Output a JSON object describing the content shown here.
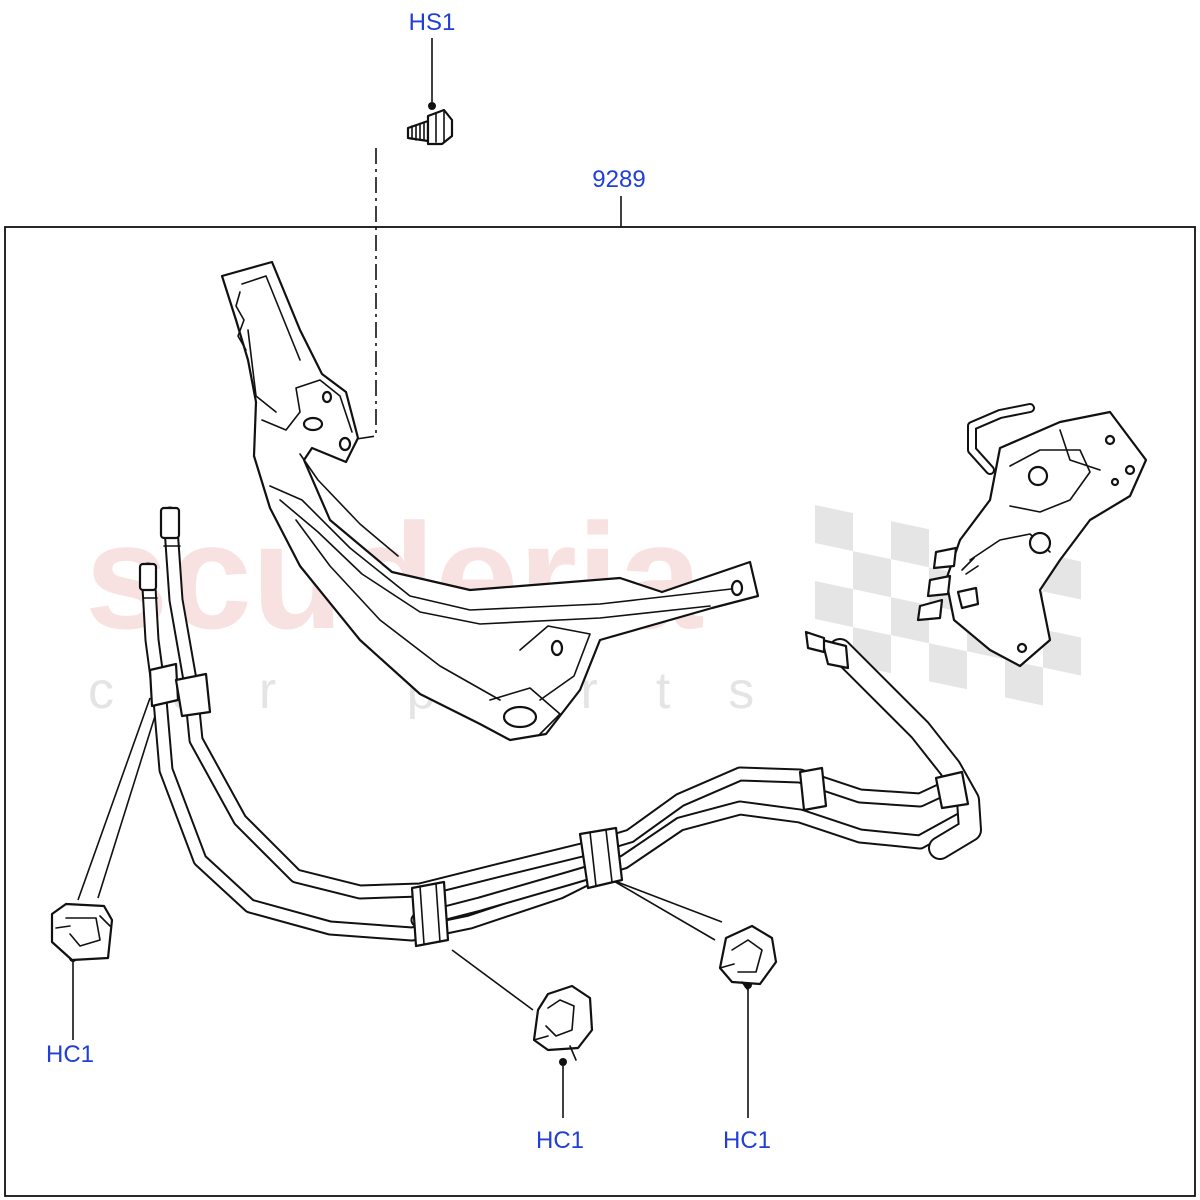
{
  "callouts": {
    "hs1": "HS1",
    "kit": "9289",
    "hc1_left": "HC1",
    "hc1_mid": "HC1",
    "hc1_right": "HC1"
  },
  "watermark": {
    "brand": "scuderia",
    "tagline": "car parts"
  },
  "colors": {
    "callout_text": "#1f3fd6",
    "line": "#111111",
    "watermark_red": "#f4c9c9",
    "watermark_grey": "#cfcfcf"
  }
}
